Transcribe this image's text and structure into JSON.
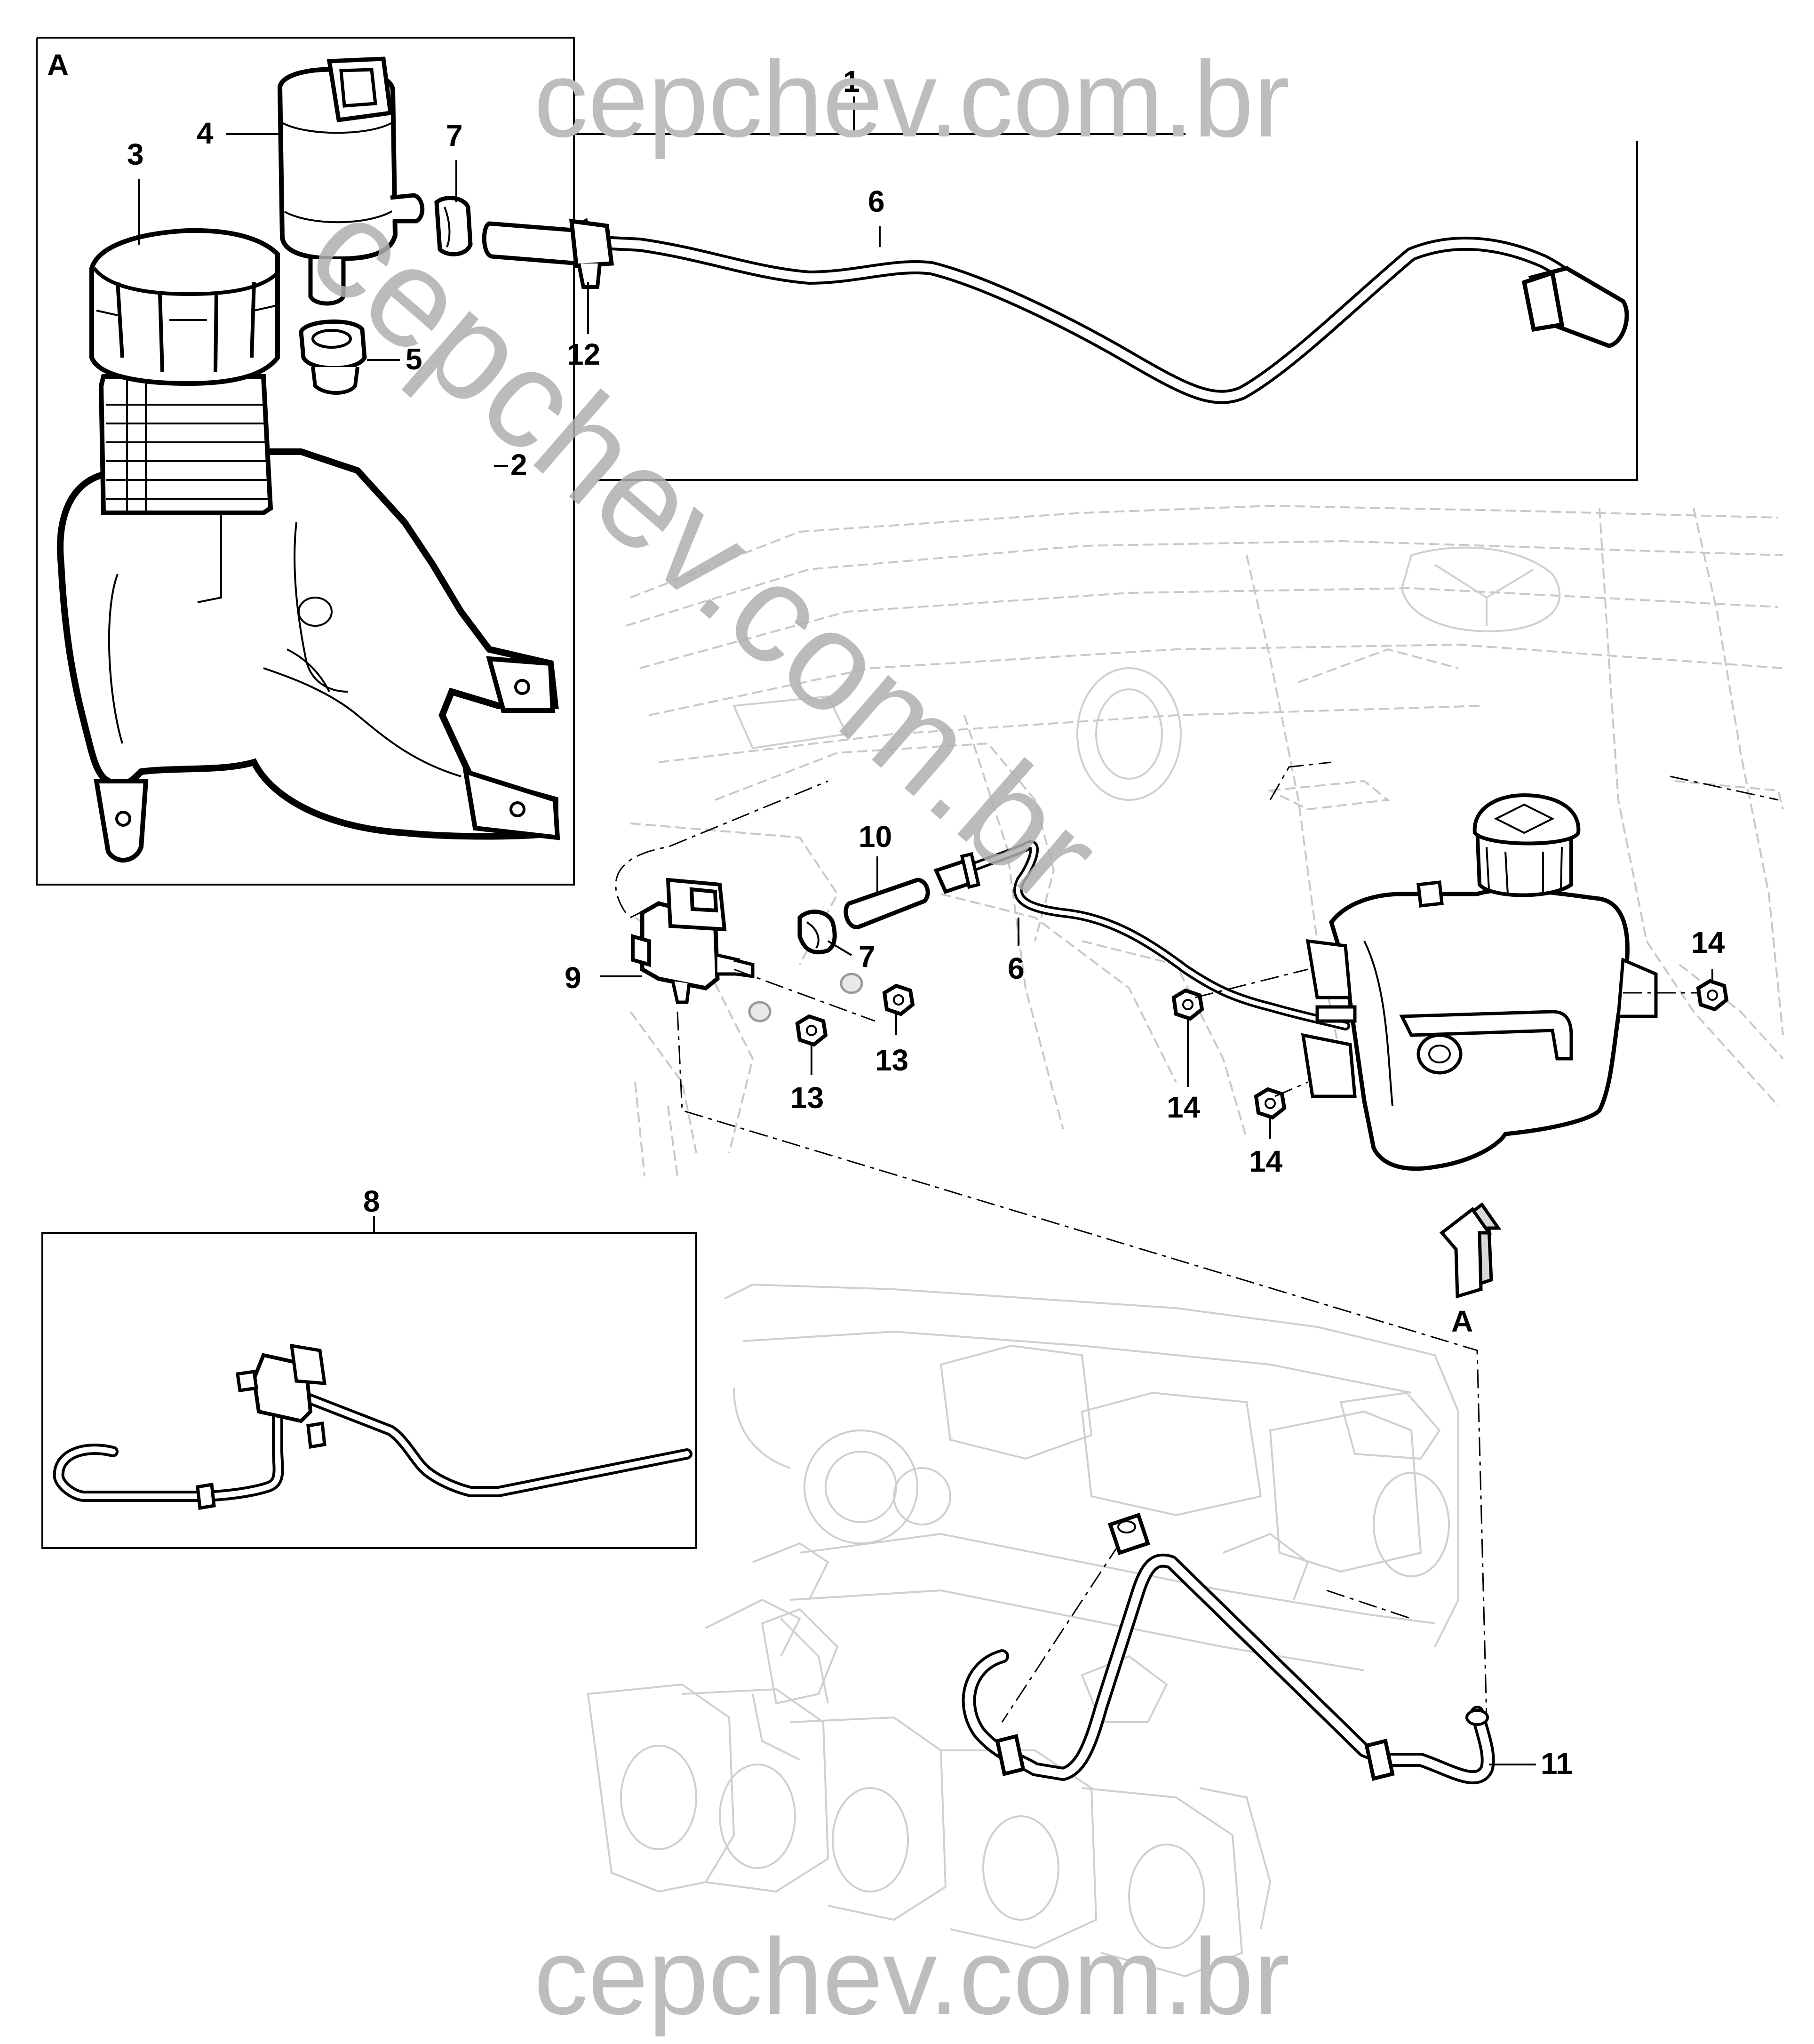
{
  "diagram": {
    "view_label": "A",
    "arrow_label": "A",
    "watermark": "cepchev.com.br",
    "callouts": {
      "c1": "1",
      "c2": "2",
      "c3": "3",
      "c4": "4",
      "c5": "5",
      "c6a": "6",
      "c6b": "6",
      "c7a": "7",
      "c7b": "7",
      "c8": "8",
      "c9": "9",
      "c10": "10",
      "c11": "11",
      "c12": "12",
      "c13a": "13",
      "c13b": "13",
      "c14a": "14",
      "c14b": "14",
      "c14c": "14"
    }
  }
}
